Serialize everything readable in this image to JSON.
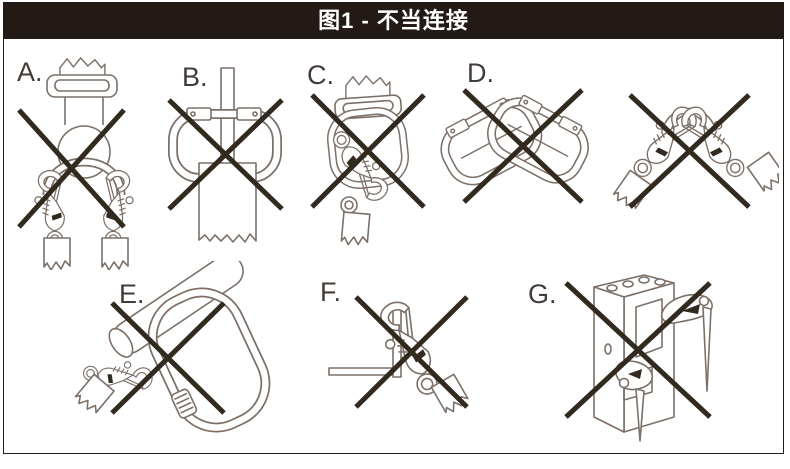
{
  "header": {
    "title": "图1 - 不当连接"
  },
  "panels": [
    {
      "label": "A.",
      "item": "two-snap-hooks-on-single-ring"
    },
    {
      "label": "B.",
      "item": "carabiner-cross-loaded-over-bar"
    },
    {
      "label": "C.",
      "item": "hook-twisted-inside-ring"
    },
    {
      "label": "D.",
      "item": "connector-linked-to-connector"
    },
    {
      "label": "E.",
      "item": "carabiner-on-oversized-pipe"
    },
    {
      "label": "F.",
      "item": "hook-on-thin-edge"
    },
    {
      "label": "G.",
      "item": "rebar-hooks-on-beam"
    }
  ],
  "colors": {
    "header_bg": "#231a16",
    "header_text": "#ffffff",
    "line_art": "#7c7068",
    "x_mark": "#32291f",
    "border": "#231a16",
    "background": "#ffffff"
  }
}
